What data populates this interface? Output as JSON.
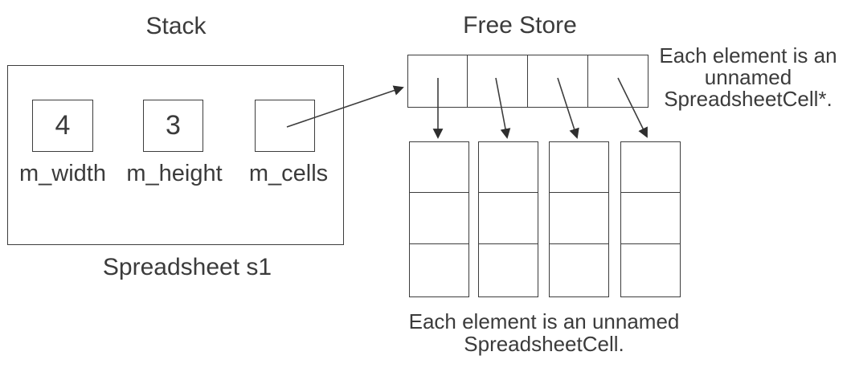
{
  "stack": {
    "title": "Stack",
    "object_label": "Spreadsheet s1",
    "fields": [
      {
        "name": "m_width",
        "value": "4"
      },
      {
        "name": "m_height",
        "value": "3"
      },
      {
        "name": "m_cells",
        "value": ""
      }
    ]
  },
  "free_store": {
    "title": "Free Store",
    "pointer_array": {
      "cell_count": 4,
      "note_lines": [
        "Each element is an",
        "unnamed",
        "SpreadsheetCell*."
      ]
    },
    "cell_columns": {
      "column_count": 4,
      "rows_per_column": 3,
      "note_lines": [
        "Each element is an unnamed",
        "SpreadsheetCell."
      ]
    }
  },
  "colors": {
    "line": "#3d3d3d",
    "text": "#3b3b3b",
    "arrowhead": "#2e2e2e",
    "background": "#ffffff"
  }
}
